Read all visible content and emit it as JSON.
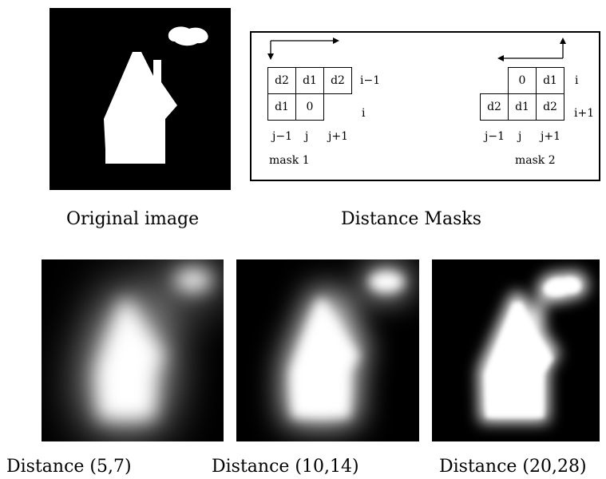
{
  "captions": {
    "original": "Original image",
    "masks": "Distance Masks",
    "dist1": "Distance (5,7)",
    "dist2": "Distance (10,14)",
    "dist3": "Distance (20,28)"
  },
  "mask1": {
    "cells": [
      "d2",
      "d1",
      "d2",
      "d1",
      "0"
    ],
    "rows": [
      "i−1",
      "i"
    ],
    "cols": [
      "j−1",
      "j",
      "j+1"
    ],
    "name": "mask 1"
  },
  "mask2": {
    "cells": [
      "0",
      "d1",
      "d2",
      "d1",
      "d2"
    ],
    "rows": [
      "i",
      "i+1"
    ],
    "cols": [
      "j−1",
      "j",
      "j+1"
    ],
    "name": "mask  2"
  }
}
